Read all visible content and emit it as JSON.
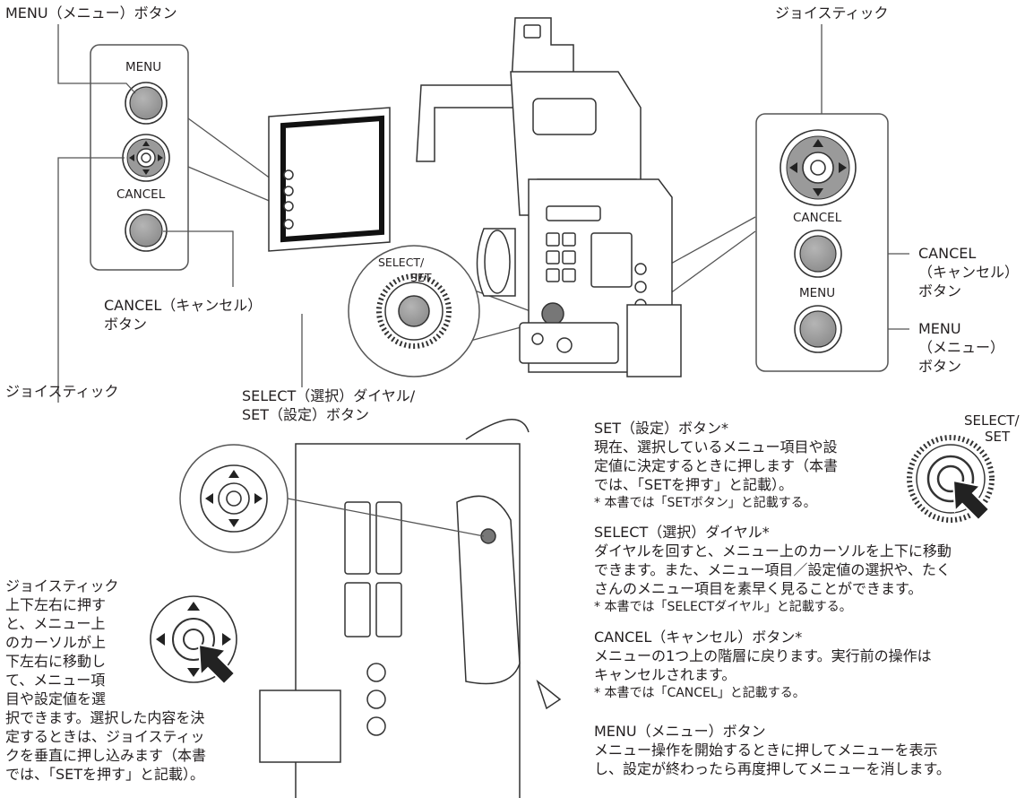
{
  "callouts": {
    "menu_top_left": "MENU（メニュー）ボタン",
    "joystick_top_right": "ジョイスティック",
    "panel_left_menu": "MENU",
    "panel_left_cancel": "CANCEL",
    "cancel_left": "CANCEL（キャンセル）",
    "cancel_left_2": "ボタン",
    "joystick_left": "ジョイスティック",
    "select_set_1": "SELECT（選択）ダイヤル/",
    "select_set_2": "SET（設定）ボタン",
    "dial_label_1": "SELECT/",
    "dial_label_2": "SET",
    "panel_right_cancel": "CANCEL",
    "panel_right_menu": "MENU",
    "cancel_right_1": "CANCEL",
    "cancel_right_2": "（キャンセル）",
    "cancel_right_3": "ボタン",
    "menu_right_1": "MENU",
    "menu_right_2": "（メニュー）",
    "menu_right_3": "ボタン",
    "dial_small_1": "SELECT/",
    "dial_small_2": "SET"
  },
  "sections": {
    "set": {
      "title": "SET（設定）ボタン*",
      "lines": [
        "現在、選択しているメニュー項目や設",
        "定値に決定するときに押します（本書",
        "では、「SETを押す」と記載）。"
      ],
      "note": "*  本書では「SETボタン」と記載する。"
    },
    "select": {
      "title": "SELECT（選択）ダイヤル*",
      "lines": [
        "ダイヤルを回すと、メニュー上のカーソルを上下に移動",
        "できます。また、メニュー項目／設定値の選択や、たく",
        "さんのメニュー項目を素早く見ることができます。"
      ],
      "note": "*  本書では「SELECTダイヤル」と記載する。"
    },
    "cancel": {
      "title": "CANCEL（キャンセル）ボタン*",
      "lines": [
        "メニューの1つ上の階層に戻ります。実行前の操作は",
        "キャンセルされます。"
      ],
      "note": "*  本書では「CANCEL」と記載する。"
    },
    "menu": {
      "title": "MENU（メニュー）ボタン",
      "lines": [
        "メニュー操作を開始するときに押してメニューを表示",
        "し、設定が終わったら再度押してメニューを消します。"
      ]
    },
    "joystick": {
      "lines_narrow": [
        "ジョイスティック",
        "上下左右に押す",
        "と、メニュー上",
        "のカーソルが上",
        "下左右に移動し",
        "て、メニュー項",
        "目や設定値を選"
      ],
      "lines_wide": [
        "択できます。選択した内容を決",
        "定するときは、ジョイスティッ",
        "クを垂直に押し込みます（本書",
        "では、「SETを押す」と記載）。"
      ]
    }
  }
}
